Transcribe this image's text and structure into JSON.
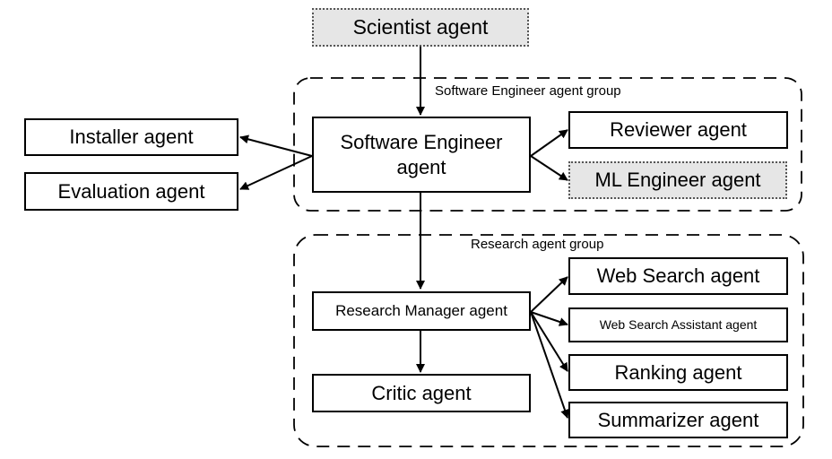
{
  "groups": {
    "software": {
      "label": "Software Engineer agent group"
    },
    "research": {
      "label": "Research agent group"
    }
  },
  "nodes": {
    "scientist": "Scientist agent",
    "software_engineer": "Software Engineer agent",
    "installer": "Installer agent",
    "evaluation": "Evaluation agent",
    "reviewer": "Reviewer agent",
    "ml_engineer": "ML Engineer agent",
    "research_manager": "Research Manager agent",
    "critic": "Critic agent",
    "web_search": "Web Search agent",
    "web_search_assistant": "Web Search Assistant agent",
    "ranking": "Ranking agent",
    "summarizer": "Summarizer agent"
  }
}
